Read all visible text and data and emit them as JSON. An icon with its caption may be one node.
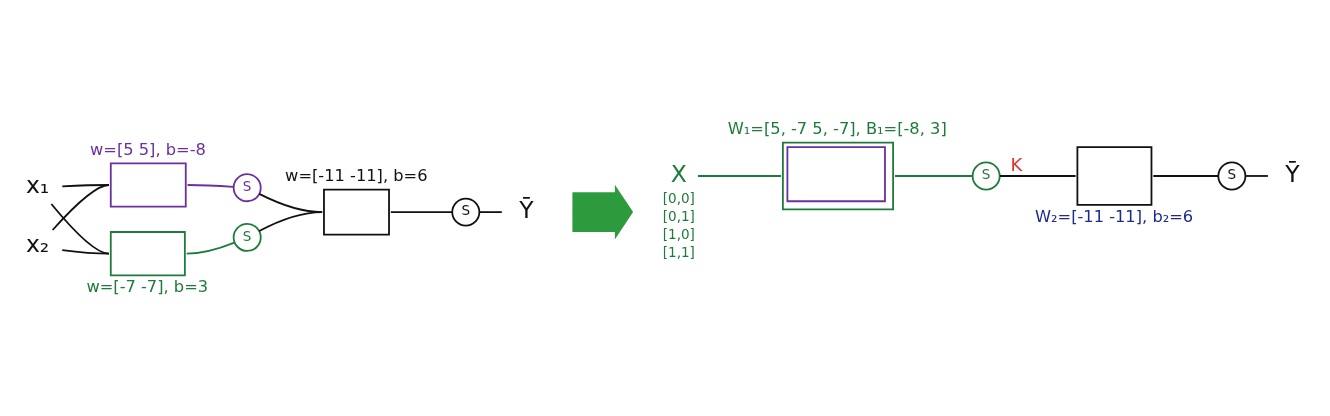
{
  "diagram": {
    "nodes": [
      {
        "text": [
          "x₁"
        ]
      },
      {
        "text": [
          "x₂"
        ]
      },
      {
        "text": [],
        "shape": "box",
        "beside": [
          "w=[5 5], b=-8"
        ]
      },
      {
        "text": [
          "S"
        ]
      },
      {
        "text": [],
        "shape": "box",
        "beside": [
          "w=[-7 -7], b=3"
        ]
      },
      {
        "text": [
          "S"
        ]
      },
      {
        "text": [],
        "shape": "box",
        "beside": [
          "w=[-11 -11], b=6"
        ]
      },
      {
        "text": [
          "S"
        ]
      },
      {
        "text": [
          "Ȳ"
        ]
      },
      {
        "text": [],
        "shape": "arrow"
      },
      {
        "text": [
          "X"
        ],
        "beside": [
          "[0,0]",
          "[0,1]",
          "[1,0]",
          "[1,1]"
        ]
      },
      {
        "text": [],
        "shape": "box",
        "beside": [
          "W₁=[5, -7 5, -7], B₁=[-8, 3]"
        ]
      },
      {
        "text": [
          "S"
        ]
      },
      {
        "text": [],
        "shape": "box",
        "beside": [
          "W₂=[-11 -11], b₂=6"
        ]
      },
      {
        "text": [
          "S"
        ]
      },
      {
        "text": [
          "Ȳ"
        ]
      }
    ],
    "edges": [
      {
        "from": 0,
        "to": 2,
        "arrow": "none"
      },
      {
        "from": 0,
        "to": 4,
        "arrow": "none"
      },
      {
        "from": 1,
        "to": 2,
        "arrow": "none"
      },
      {
        "from": 1,
        "to": 4,
        "arrow": "none"
      },
      {
        "from": 2,
        "to": 3,
        "arrow": "none",
        "color": "#6a2fa0"
      },
      {
        "from": 4,
        "to": 5,
        "arrow": "none",
        "color": "#1e7b3c"
      },
      {
        "from": 3,
        "to": 6,
        "arrow": "none"
      },
      {
        "from": 5,
        "to": 6,
        "arrow": "none"
      },
      {
        "from": 6,
        "to": 7,
        "arrow": "none"
      },
      {
        "from": 7,
        "to": 8,
        "arrow": "none"
      },
      {
        "from": 10,
        "to": 11,
        "arrow": "none",
        "color": "#1e7b3c"
      },
      {
        "from": 11,
        "to": 12,
        "arrow": "none",
        "color": "#1e7b3c"
      },
      {
        "from": 12,
        "to": 13,
        "arrow": "none",
        "label": "K"
      },
      {
        "from": 13,
        "to": 14,
        "arrow": "none"
      },
      {
        "from": 14,
        "to": 15,
        "arrow": "none"
      }
    ]
  }
}
